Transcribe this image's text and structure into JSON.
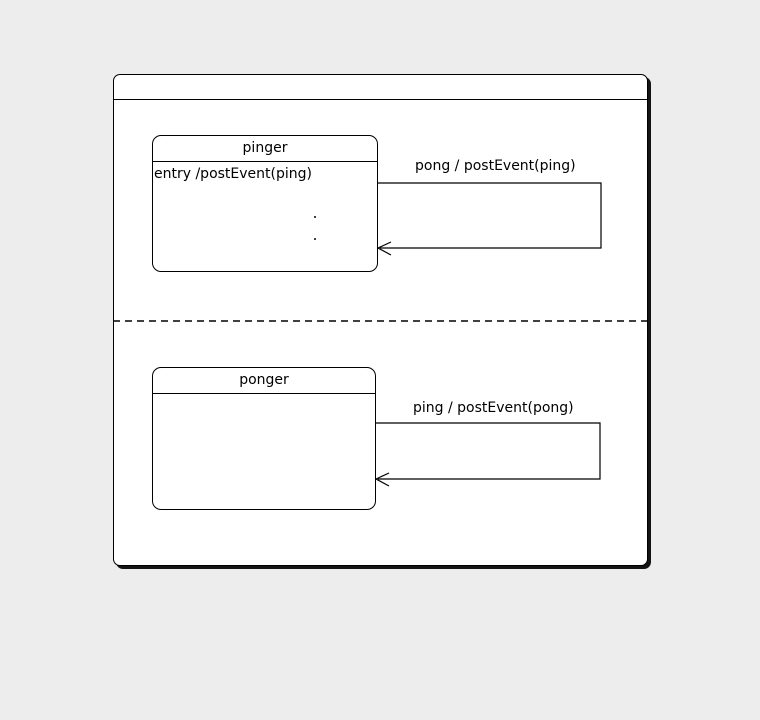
{
  "diagram": {
    "type": "uml-statechart",
    "colors": {
      "background": "#ededed",
      "surface": "#ffffff",
      "line": "#000000"
    },
    "machine": {
      "title": ""
    },
    "regions": [
      {
        "state": {
          "title": "pinger",
          "body": "entry /postEvent(ping)"
        },
        "transition_label": "pong / postEvent(ping)"
      },
      {
        "state": {
          "title": "ponger",
          "body": ""
        },
        "transition_label": "ping / postEvent(pong)"
      }
    ]
  }
}
